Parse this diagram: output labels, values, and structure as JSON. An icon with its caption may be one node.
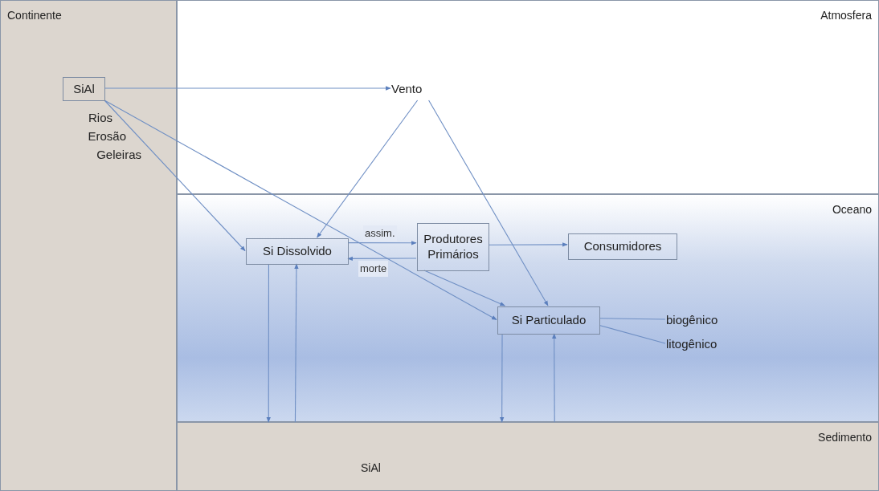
{
  "diagram": {
    "nodes": [
      {
        "text": [
          "Continente"
        ]
      },
      {
        "text": [
          "SiAl"
        ],
        "in": 0
      },
      {
        "text": [
          "Atmosfera"
        ]
      },
      {
        "text": [
          "Vento"
        ],
        "in": 2
      },
      {
        "text": [
          "Oceano"
        ]
      },
      {
        "text": [
          "Si Dissolvido"
        ],
        "in": 4
      },
      {
        "text": [
          "Produtores Primários"
        ],
        "in": 4
      },
      {
        "text": [
          "Consumidores"
        ],
        "in": 4
      },
      {
        "text": [
          "Si Particulado"
        ],
        "in": 4
      },
      {
        "text": [
          "biogênico"
        ],
        "in": 4
      },
      {
        "text": [
          "litogênico"
        ],
        "in": 4
      },
      {
        "text": [
          "Sedimento",
          "SiAl"
        ]
      }
    ],
    "edges": [
      {
        "from": 1,
        "to": 3,
        "arrow": "to"
      },
      {
        "from": 1,
        "to": 5,
        "arrow": "to"
      },
      {
        "from": 1,
        "to": 8,
        "arrow": "to"
      },
      {
        "from": 3,
        "to": 5,
        "arrow": "to"
      },
      {
        "from": 3,
        "to": 8,
        "arrow": "to"
      },
      {
        "from": 5,
        "to": 6,
        "arrow": "to",
        "label": "assim."
      },
      {
        "from": 6,
        "to": 5,
        "arrow": "to",
        "label": "morte"
      },
      {
        "from": 6,
        "to": 7,
        "arrow": "to"
      },
      {
        "from": 6,
        "to": 8,
        "arrow": "to"
      },
      {
        "from": 8,
        "to": 9,
        "arrow": "none"
      },
      {
        "from": 8,
        "to": 10,
        "arrow": "none"
      },
      {
        "from": 5,
        "to": 11,
        "arrow": "to"
      },
      {
        "from": 11,
        "to": 5,
        "arrow": "to"
      },
      {
        "from": 8,
        "to": 11,
        "arrow": "to"
      },
      {
        "from": 11,
        "to": 8,
        "arrow": "to"
      }
    ],
    "labels": [
      "Rios",
      "Erosão",
      "Geleiras"
    ]
  }
}
